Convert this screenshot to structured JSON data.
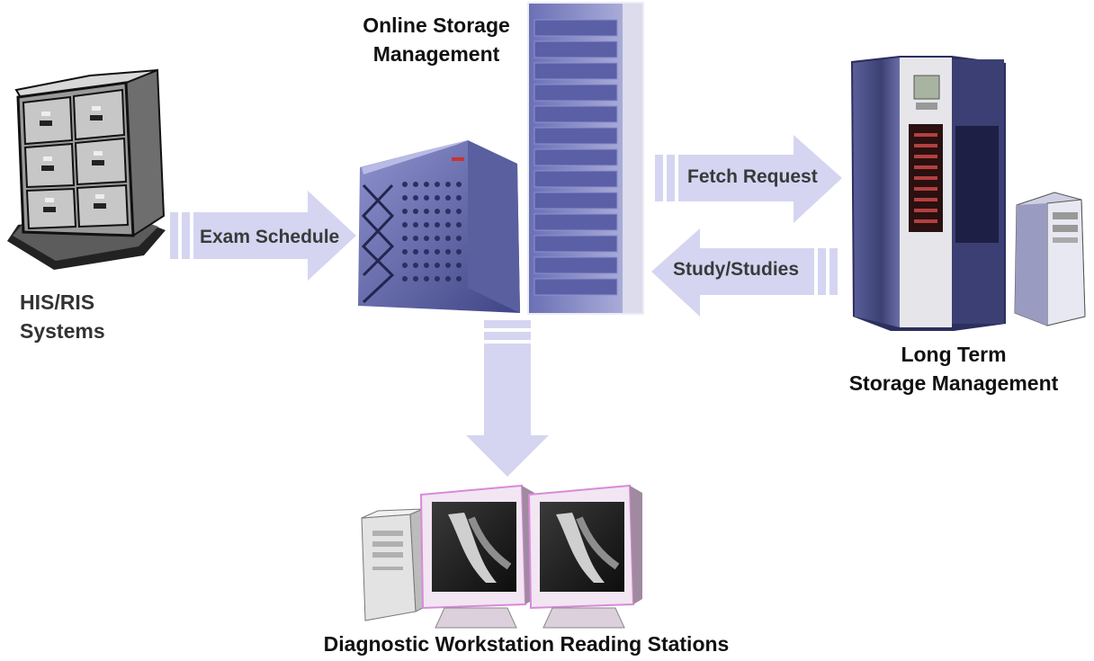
{
  "nodes": {
    "his_ris": {
      "label_lines": [
        "HIS/RIS",
        "Systems"
      ]
    },
    "online_storage": {
      "label_lines": [
        "Online Storage",
        "Management"
      ]
    },
    "long_term_storage": {
      "label_lines": [
        "Long Term",
        "Storage Management"
      ]
    },
    "workstations": {
      "label": "Diagnostic Workstation Reading Stations"
    }
  },
  "edges": {
    "exam_schedule": {
      "label": "Exam Schedule"
    },
    "fetch_request": {
      "label": "Fetch Request"
    },
    "studies": {
      "label": "Study/Studies"
    }
  },
  "colors": {
    "arrow": "#d5d5f2",
    "server_blue": "#4f5596",
    "server_dark": "#2f3366",
    "cabinet_gray": "#bdbdbd",
    "cabinet_dark": "#2a2a2a",
    "monitor_frame": "#c9b8c9",
    "monitor_accent": "#d98ad9",
    "pc_beige": "#e3e3e3"
  }
}
